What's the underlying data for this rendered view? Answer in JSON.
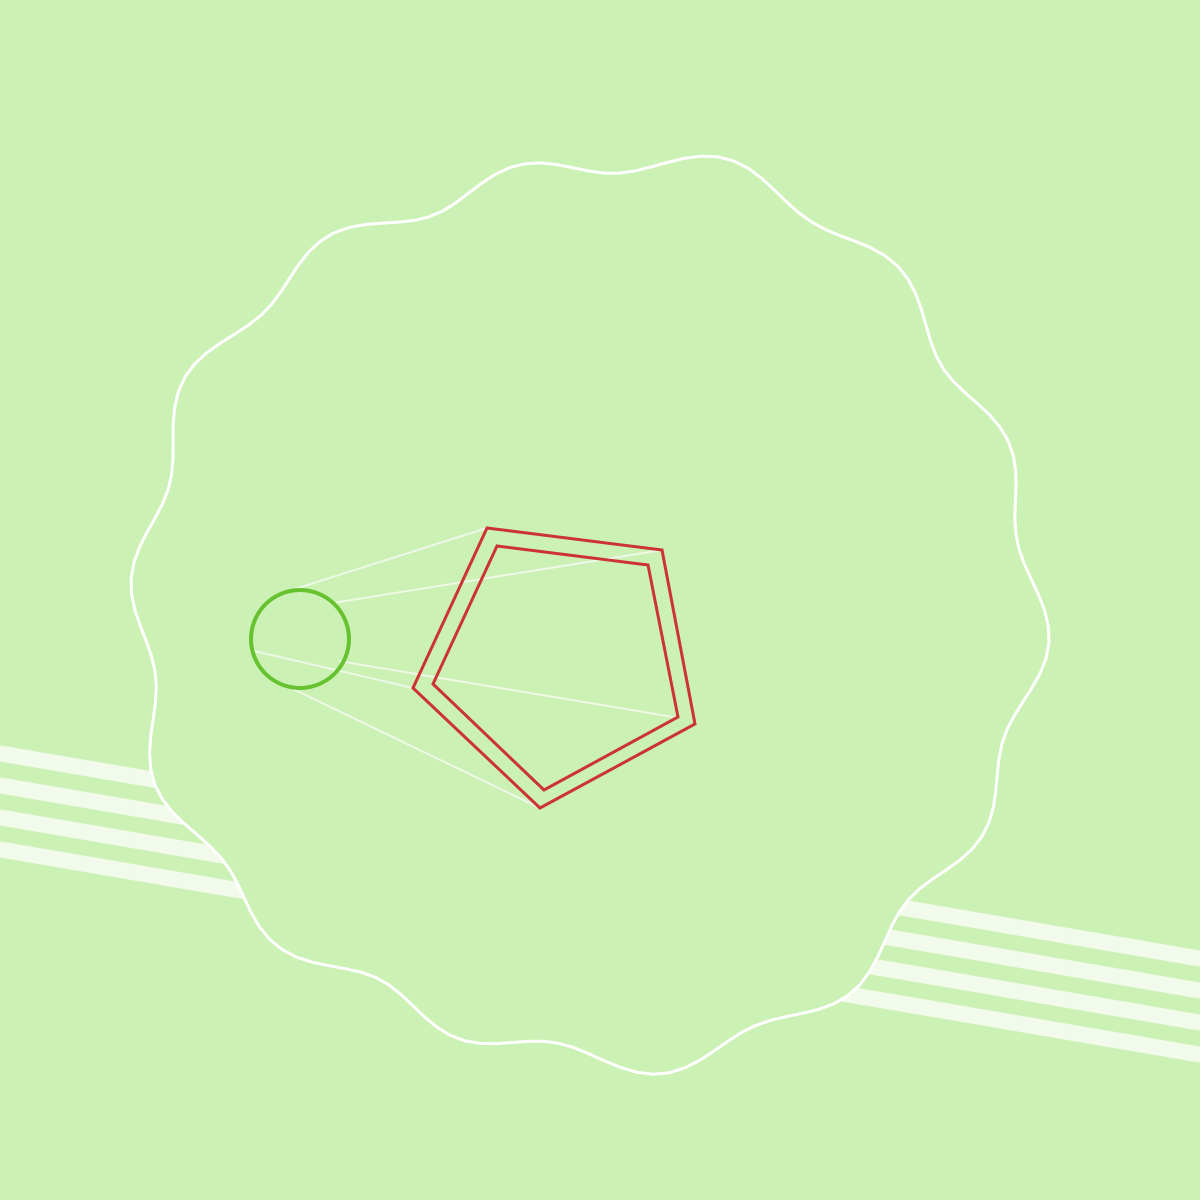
{
  "colors": {
    "background": "#ccf1b4",
    "stripes": "#f2faec",
    "outline": "#ffffff",
    "pentagon": "#cc3333",
    "circle": "#66c22e",
    "connector_lines": "#eef8e6"
  },
  "shapes": {
    "background": "solid-fill",
    "stripe_band": "diagonal-stripes",
    "outer_blob": "wavy-closed-outline",
    "pentagon": "double-outline-pentagon",
    "circle": "small-circle-outline",
    "connectors": "thin-lines-circle-to-pentagon"
  }
}
